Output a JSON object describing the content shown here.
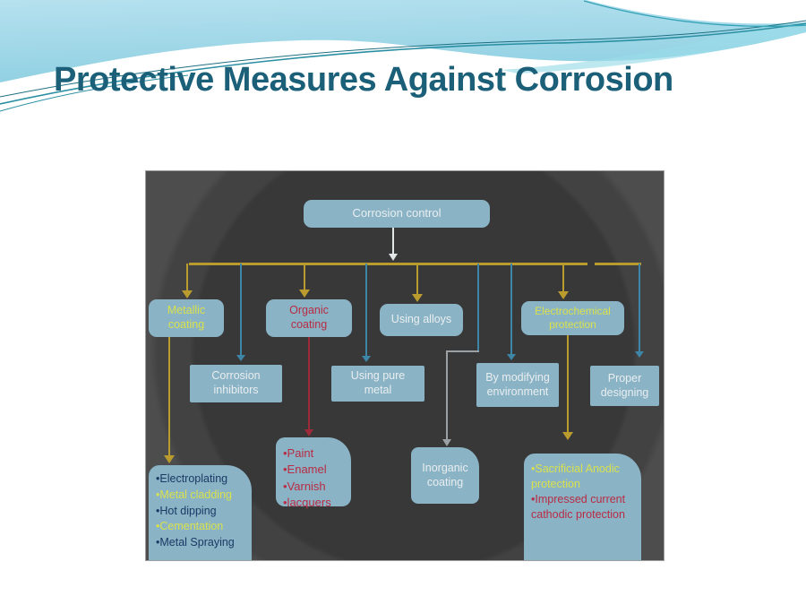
{
  "slide": {
    "title": "Protective Measures Against Corrosion"
  },
  "diagram": {
    "root": "Corrosion control",
    "level1": [
      "Metallic coating",
      "Organic coating",
      "Using alloys",
      "Electrochemical protection"
    ],
    "level2": [
      "Corrosion inhibitors",
      "Using pure metal",
      "By modifying environment",
      "Proper designing"
    ],
    "inorganic": "Inorganic coating",
    "metallic_methods": [
      "•Electroplating",
      "•Metal cladding",
      "•Hot dipping",
      "•Cementation",
      "•Metal Spraying"
    ],
    "organic_methods": [
      "•Paint",
      "•Enamel",
      "•Varnish",
      "•lacquers"
    ],
    "electrochemical_methods": [
      "•Sacrificial Anodic protection",
      "•Impressed current cathodic protection"
    ]
  },
  "colors": {
    "title_text": "#1b6078",
    "node_fill": "#8ab3c5",
    "diagram_bg_dark": "#383838",
    "diagram_bg_light": "#4d4d4d",
    "yellow_connector": "#b99b2e",
    "blue_connector": "#3e86a8",
    "crimson_connector": "#9c2a3a",
    "gray_connector": "#9aa0a3",
    "white_text": "#e9eef0",
    "yellow_text": "#d9e14d",
    "red_text": "#b82c44",
    "navy_text": "#1b3a66",
    "header_wave_blue": "#9ed7e8",
    "header_wave_teal": "#2b8fa3"
  }
}
